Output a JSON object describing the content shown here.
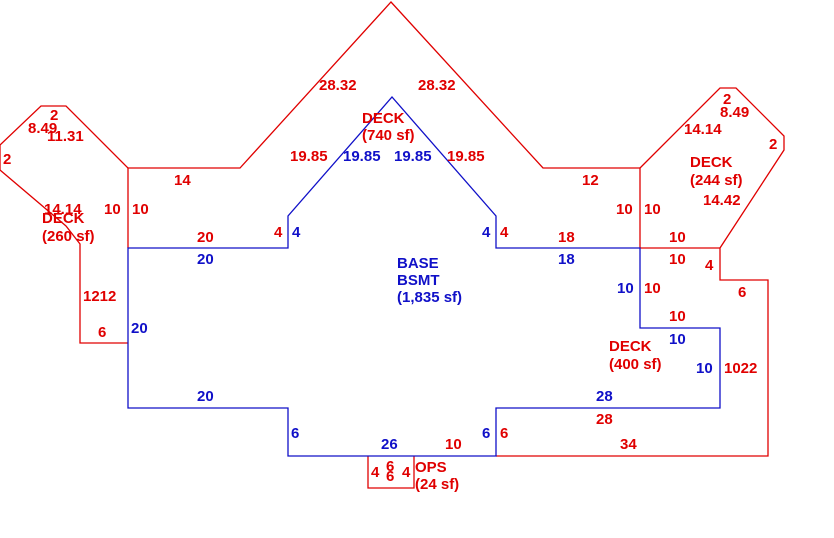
{
  "colors": {
    "deck": "#e00000",
    "base": "#1010c8",
    "background": "#ffffff"
  },
  "areas": {
    "main_deck": {
      "name": "DECK",
      "area": "(740 sf)"
    },
    "left_deck": {
      "name": "DECK",
      "area": "(260 sf)"
    },
    "right_deck": {
      "name": "DECK",
      "area": "(244 sf)"
    },
    "lower_deck": {
      "name": "DECK",
      "area": "(400 sf)"
    },
    "ops": {
      "name": "OPS",
      "area": "(24 sf)"
    },
    "base": {
      "name": "BASE",
      "sub": "BSMT",
      "area": "(1,835 sf)"
    }
  },
  "dims": {
    "main_deck": {
      "diag_left_outer": "28.32",
      "diag_right_outer": "28.32",
      "diag_left_inner": "19.85",
      "diag_right_inner": "19.85",
      "left_top": "14",
      "right_top": "12",
      "left_vert": "10",
      "right_vert": "10",
      "left_step": "4",
      "right_step": "4",
      "left_bottom": "20",
      "right_bottom": "18"
    },
    "left_deck": {
      "top_a": "2",
      "top_b": "8.49",
      "diag": "11.31",
      "left": "2",
      "diag_low": "14.14",
      "vert": "10",
      "lower": "1212",
      "bottom": "6"
    },
    "right_deck": {
      "top": "2",
      "diag_top": "8.49",
      "diag_left": "14.14",
      "right": "2",
      "diag_low": "14.42",
      "vert": "10",
      "bottom": "10",
      "step": "4",
      "vert_low": "6"
    },
    "lower_deck": {
      "top": "10",
      "left": "10",
      "inner_top": "10",
      "right": "1022",
      "bottom_inner": "28",
      "bottom": "34",
      "step": "6"
    },
    "ops": {
      "left": "4",
      "top": "6",
      "bottom": "6",
      "right": "4",
      "width": "10"
    },
    "base": {
      "diag_left": "19.85",
      "diag_right": "19.85",
      "step_left": "4",
      "step_right": "4",
      "top_left": "20",
      "top_right": "18",
      "left": "20",
      "right_upper": "10",
      "right_lower": "10",
      "lower_left": "20",
      "step_low_left": "6",
      "bottom": "26",
      "step_low_right": "6",
      "lower_right": "28"
    }
  }
}
